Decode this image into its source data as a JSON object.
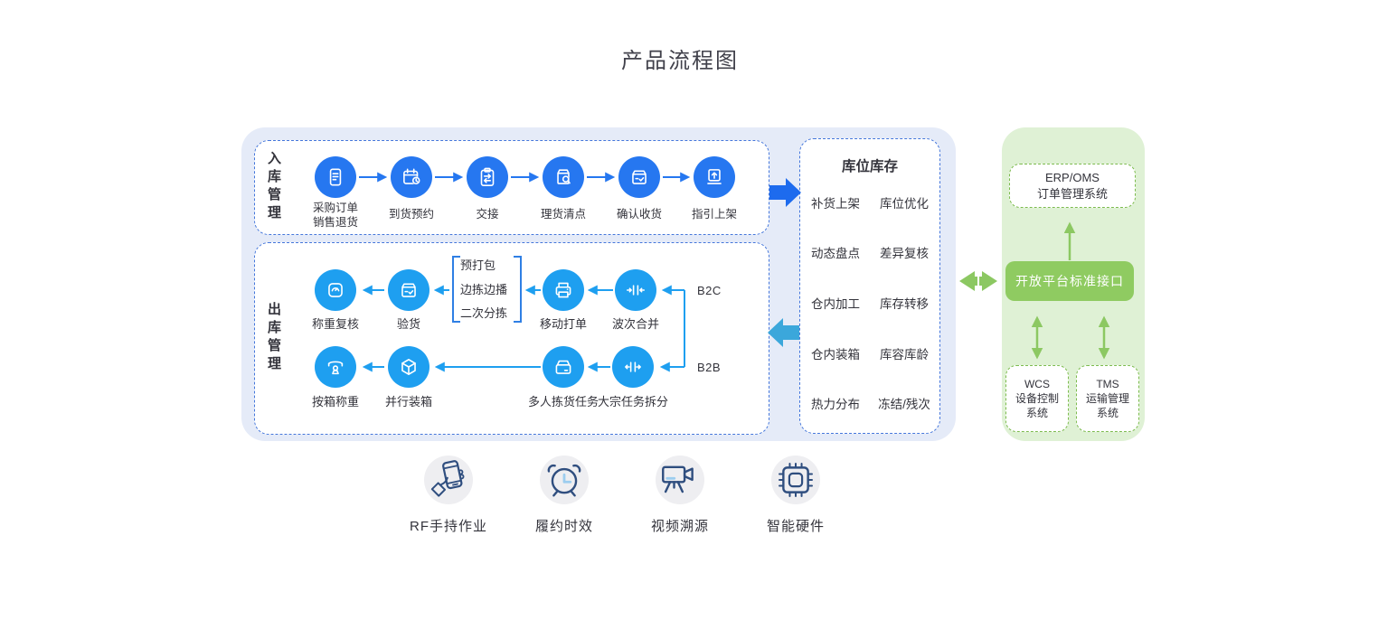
{
  "title": "产品流程图",
  "inbound": {
    "panel_label": "入库管理",
    "steps": [
      {
        "icon": "purchase-order-icon",
        "label": "采购订单\n销售退货"
      },
      {
        "icon": "arrival-booking-icon",
        "label": "到货预约"
      },
      {
        "icon": "handover-icon",
        "label": "交接"
      },
      {
        "icon": "tally-check-icon",
        "label": "理货清点"
      },
      {
        "icon": "confirm-receipt-icon",
        "label": "确认收货"
      },
      {
        "icon": "guided-putaway-icon",
        "label": "指引上架"
      }
    ]
  },
  "outbound": {
    "panel_label": "出库管理",
    "b2c_flow": {
      "tag": "B2C",
      "steps": [
        {
          "icon": "weight-recheck-icon",
          "label": "称重复核"
        },
        {
          "icon": "inspection-icon",
          "label": "验货"
        },
        {
          "icon": "mobile-printing-icon",
          "label": "移动打单"
        },
        {
          "icon": "wave-merge-icon",
          "label": "波次合并"
        }
      ],
      "bracket_options": [
        "预打包",
        "边拣边播",
        "二次分拣"
      ]
    },
    "b2b_flow": {
      "tag": "B2B",
      "steps": [
        {
          "icon": "carton-weighing-icon",
          "label": "按箱称重"
        },
        {
          "icon": "parallel-packing-icon",
          "label": "并行装箱"
        },
        {
          "icon": "multi-picker-task-icon",
          "label": "多人拣货任务"
        },
        {
          "icon": "bulk-task-split-icon",
          "label": "大宗任务拆分"
        }
      ]
    }
  },
  "inventory": {
    "title": "库位库存",
    "items": [
      "补货上架",
      "库位优化",
      "动态盘点",
      "差异复核",
      "仓内加工",
      "库存转移",
      "仓内装箱",
      "库容库龄",
      "热力分布",
      "冻结/残次"
    ]
  },
  "platform": {
    "erp_label": "ERP/OMS\n订单管理系统",
    "gateway_label": "开放平台标准接口",
    "wcs_label": "WCS\n设备控制\n系统",
    "tms_label": "TMS\n运输管理\n系统"
  },
  "features": [
    {
      "icon": "rf-handheld-icon",
      "label": "RF手持作业"
    },
    {
      "icon": "alarm-clock-icon",
      "label": "履约时效"
    },
    {
      "icon": "video-camera-icon",
      "label": "视频溯源"
    },
    {
      "icon": "smart-chip-icon",
      "label": "智能硬件"
    }
  ],
  "colors": {
    "inbound_node": "#2677F0",
    "outbound_node": "#1E9FF0",
    "inbound_block_arrow": "#1D6BEE",
    "outbound_block_arrow": "#3BA7DB",
    "green_accent": "#8CC862",
    "warehouse_bg": "#E5EBF8",
    "platform_bg": "#DFF1D5"
  }
}
